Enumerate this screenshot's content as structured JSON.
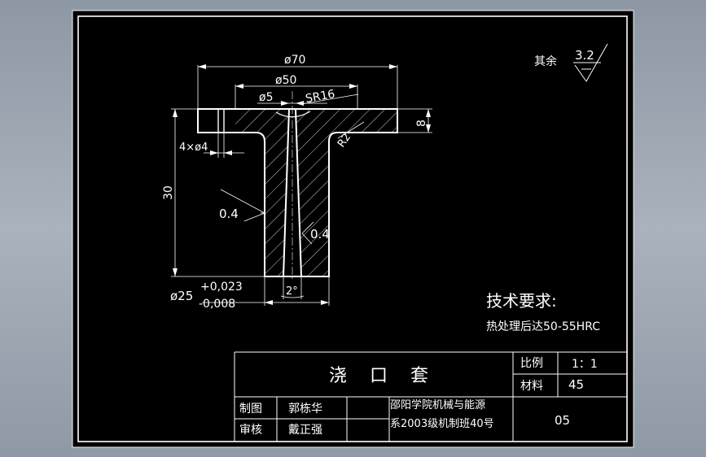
{
  "dims": {
    "d70": "ø70",
    "d50": "ø50",
    "d5": "ø5",
    "sr16": "SR16",
    "holes": "4×ø4",
    "h8": "8",
    "h30": "30",
    "r2": "R2",
    "rough_left": "0.4",
    "rough_bore": "0.4",
    "taper": "2°",
    "d25": "ø25",
    "tol_upper": "+0,023",
    "tol_lower": "-0,008"
  },
  "surface_finish": {
    "label": "其余",
    "value": "3.2"
  },
  "tech_req": {
    "title": "技术要求:",
    "item": "热处理后达50-55HRC"
  },
  "title_block": {
    "part_name": "浇    口    套",
    "ratio_label": "比例",
    "ratio_value": "1：1",
    "material_label": "材料",
    "material_value": "45",
    "drawn_label": "制图",
    "drawn_name": "郭栋华",
    "check_label": "审核",
    "check_name": "戴正强",
    "org_line1": "邵阳学院机械与能源",
    "org_line2": "系2003级机制班40号",
    "drawing_no": "05"
  }
}
